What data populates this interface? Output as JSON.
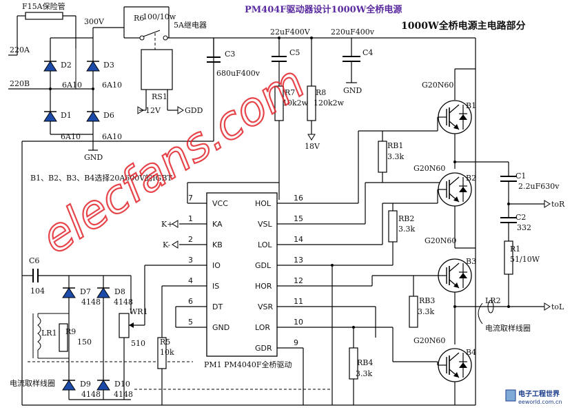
{
  "header": {
    "title": "PM404F驱动器设计1000W全桥电源",
    "subtitle": "1000W全桥电源主电路部分"
  },
  "input": {
    "fuse": "F15A保险管",
    "ac_a": "220A",
    "ac_b": "220B",
    "dc_voltage": "300V",
    "gnd": "GND"
  },
  "rectifier": {
    "d1": "D1",
    "d2": "D2",
    "d3": "D3",
    "d6": "D6",
    "rating": "6A10"
  },
  "relay": {
    "r6": "R6",
    "r6_value": "100/10w",
    "relay_label": "5A继电器",
    "rs1": "RS1",
    "v12": "12V",
    "gdd": "GDD"
  },
  "caps": {
    "c3": "C3",
    "c3_value": "680uF400v",
    "c5": "C5",
    "c5_value": "22uF400V",
    "c4": "C4",
    "c4_value": "220uF400v",
    "c4_gnd": "GND"
  },
  "divider": {
    "r7": "R7",
    "r7_value": "10k2w",
    "r8": "R8",
    "r8_value": "120k2w",
    "v18": "18V"
  },
  "note": "B1、B2、B3、B4选择20A600V的IGBT",
  "chip": {
    "name": "PM1 PM4040F全桥驱动",
    "left_pins": [
      {
        "num": "7",
        "name": "VCC"
      },
      {
        "num": "1",
        "name": "KA"
      },
      {
        "num": "2",
        "name": "KB"
      },
      {
        "num": "3",
        "name": "IO"
      },
      {
        "num": "4",
        "name": "IS"
      },
      {
        "num": "6",
        "name": "DT"
      },
      {
        "num": "5",
        "name": "GND"
      }
    ],
    "right_pins": [
      {
        "num": "16",
        "name": "HOL"
      },
      {
        "num": "15",
        "name": "VSL"
      },
      {
        "num": "14",
        "name": "LOL"
      },
      {
        "num": "13",
        "name": "GDL"
      },
      {
        "num": "12",
        "name": "HOR"
      },
      {
        "num": "11",
        "name": "VSR"
      },
      {
        "num": "10",
        "name": "LOR"
      },
      {
        "num": "9",
        "name": "GDR"
      }
    ],
    "k_plus": "K+",
    "k_minus": "K-"
  },
  "igbts": [
    {
      "part": "G20N60",
      "label": "B1"
    },
    {
      "part": "G20N60",
      "label": "B2"
    },
    {
      "part": "G20N60",
      "label": "B3"
    },
    {
      "part": "G20N60",
      "label": "B4"
    }
  ],
  "gate_resistors": {
    "rb1": "RB1",
    "rb2": "RB2",
    "rb3": "RB3",
    "rb4": "RB4",
    "value": "3.3k"
  },
  "output": {
    "c1": "C1",
    "c1_value": "2.2uF630v",
    "c2": "C2",
    "c2_value": "332",
    "r1": "R1",
    "r1_value": "51/10W",
    "to_r": "toR",
    "to_l": "toL",
    "lr2": "LR2",
    "coil_label": "电流取样线圈"
  },
  "sense": {
    "c6": "C6",
    "c6_value": "104",
    "d7": "D7",
    "d8": "D8",
    "d9": "D9",
    "d10": "D10",
    "diode_value": "4148",
    "lr1": "LR1",
    "r9": "R9",
    "r9_value": "150",
    "wr1": "WR1",
    "wr1_value": "510",
    "r5": "R5",
    "r5_value": "10k",
    "coil_label": "电流取样线圈"
  },
  "watermark": "elecfans.com",
  "logo": {
    "main": "电子工程世界",
    "sub": "eeworld.com.cn"
  }
}
